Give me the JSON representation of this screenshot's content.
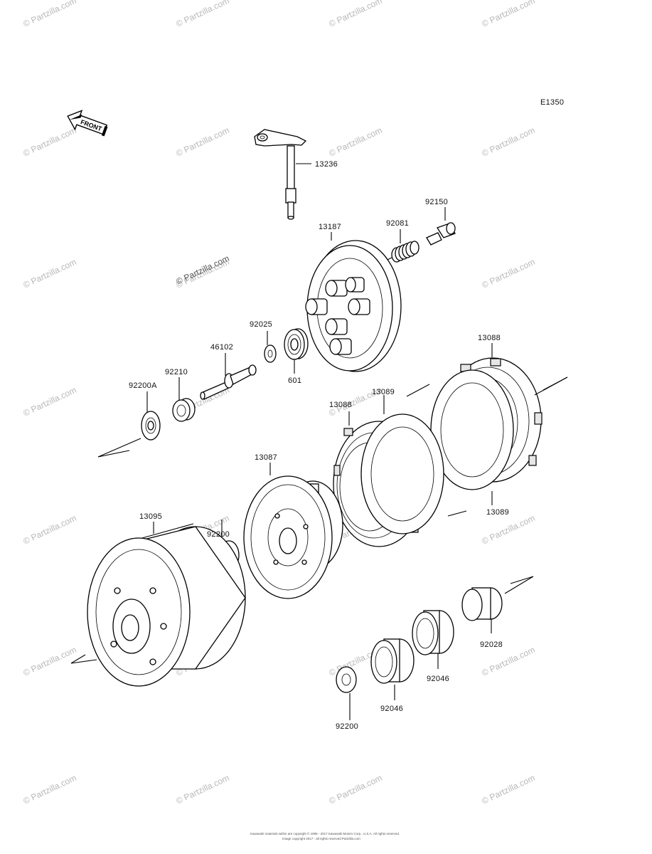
{
  "diagram_code": "E1350",
  "front_label": "FRONT",
  "main_watermark": "© Partzilla.com",
  "tile_watermark": "© Partzilla.com",
  "footer_line1": "Kawasaki materials within are copyright © 1995 - 2017 Kawasaki Motors Corp., U.S.A. All rights reserved.",
  "footer_line2": "Image copyright 2017 - all rights reserved Partzilla.com",
  "callouts": [
    {
      "id": "c13236",
      "part": "13236"
    },
    {
      "id": "c92150",
      "part": "92150"
    },
    {
      "id": "c13187",
      "part": "13187"
    },
    {
      "id": "c92081",
      "part": "92081"
    },
    {
      "id": "c92025",
      "part": "92025"
    },
    {
      "id": "c46102",
      "part": "46102"
    },
    {
      "id": "c601",
      "part": "601"
    },
    {
      "id": "c92210",
      "part": "92210"
    },
    {
      "id": "c92200A",
      "part": "92200A"
    },
    {
      "id": "c13088a",
      "part": "13088"
    },
    {
      "id": "c13089a",
      "part": "13089"
    },
    {
      "id": "c13088b",
      "part": "13088"
    },
    {
      "id": "c13089b",
      "part": "13089"
    },
    {
      "id": "c13087",
      "part": "13087"
    },
    {
      "id": "c13095",
      "part": "13095"
    },
    {
      "id": "c92200a",
      "part": "92200"
    },
    {
      "id": "c92028",
      "part": "92028"
    },
    {
      "id": "c92046a",
      "part": "92046"
    },
    {
      "id": "c92046b",
      "part": "92046"
    },
    {
      "id": "c92200b",
      "part": "92200"
    }
  ]
}
